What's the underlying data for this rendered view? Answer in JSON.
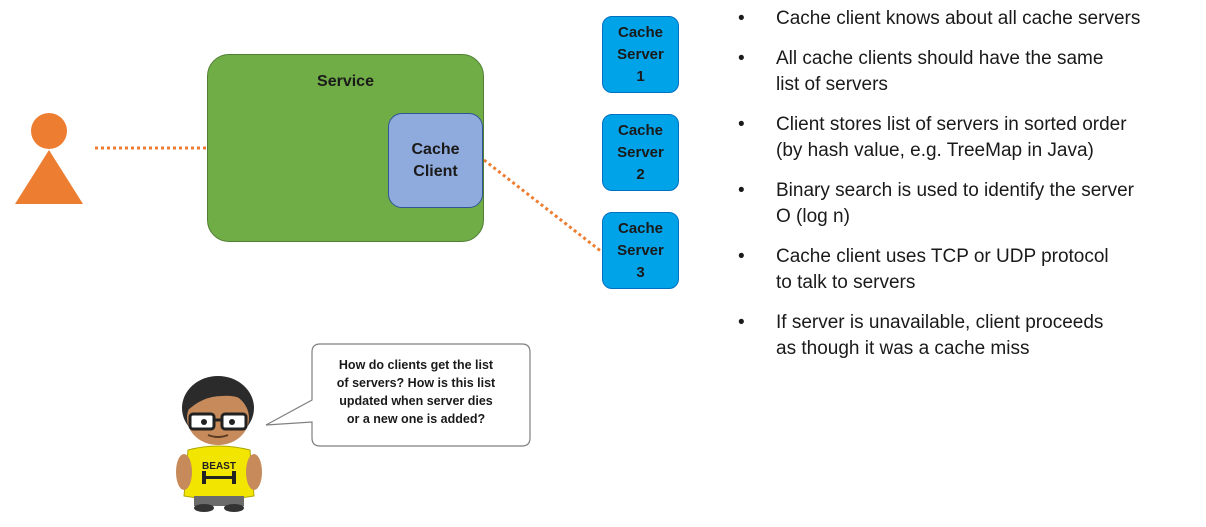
{
  "colors": {
    "person": "#ed7d31",
    "service": "#70ad47",
    "cache_client": "#8faadc",
    "cache_server": "#00a2e8",
    "connector": "#ed7d31"
  },
  "service": {
    "label": "Service",
    "cache_client_label": "Cache\nClient"
  },
  "servers": [
    {
      "label": "Cache\nServer\n1"
    },
    {
      "label": "Cache\nServer\n2"
    },
    {
      "label": "Cache\nServer\n3"
    }
  ],
  "bullet_marker": "•",
  "bullets": [
    "Cache client knows about all cache servers",
    "All cache clients should have the same\n list of servers",
    "Client stores list of servers in sorted order\n (by hash value, e.g. TreeMap in Java)",
    "Binary search is used to identify the server\n O (log n)",
    "Cache client uses TCP or UDP protocol\n to talk to servers",
    "If server is unavailable, client proceeds\n as though it was a cache miss"
  ],
  "speech_bubble": {
    "text": "How do clients get the list\nof servers? How is this list\nupdated when server dies\nor a new one is added?"
  },
  "character": {
    "shirt_text": "BEAST",
    "icon": "cartoon-character-icon"
  }
}
